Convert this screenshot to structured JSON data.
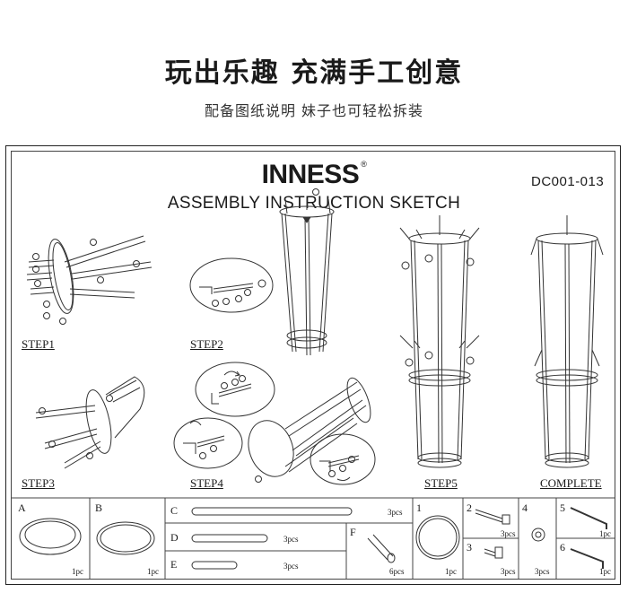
{
  "header": {
    "headline": "玩出乐趣 充满手工创意",
    "subline": "配备图纸说明 妹子也可轻松拆装"
  },
  "sheet": {
    "brand": "INNESS",
    "brand_mark": "®",
    "model_code": "DC001-013",
    "title": "ASSEMBLY INSTRUCTION SKETCH"
  },
  "steps": [
    {
      "label": "STEP1"
    },
    {
      "label": "STEP2"
    },
    {
      "label": "STEP3"
    },
    {
      "label": "STEP4"
    },
    {
      "label": "STEP5"
    },
    {
      "label": "COMPLETE"
    }
  ],
  "callouts": {
    "A": "A",
    "B": "B",
    "C": "C",
    "D": "D",
    "E": "E",
    "F": "F",
    "n1": "1",
    "n2": "2",
    "n3": "3",
    "n4": "4"
  },
  "parts": [
    {
      "id": "A",
      "qty": "1pc"
    },
    {
      "id": "B",
      "qty": "1pc"
    },
    {
      "id": "C",
      "qty": "3pcs"
    },
    {
      "id": "D",
      "qty": "3pcs"
    },
    {
      "id": "E",
      "qty": "3pcs"
    },
    {
      "id": "F",
      "qty": "6pcs"
    },
    {
      "id": "1",
      "qty": "1pc"
    },
    {
      "id": "2",
      "qty": "3pcs"
    },
    {
      "id": "3",
      "qty": "3pcs"
    },
    {
      "id": "4",
      "qty": "3pcs"
    },
    {
      "id": "5",
      "qty": "1pc"
    },
    {
      "id": "6",
      "qty": "1pc"
    }
  ]
}
